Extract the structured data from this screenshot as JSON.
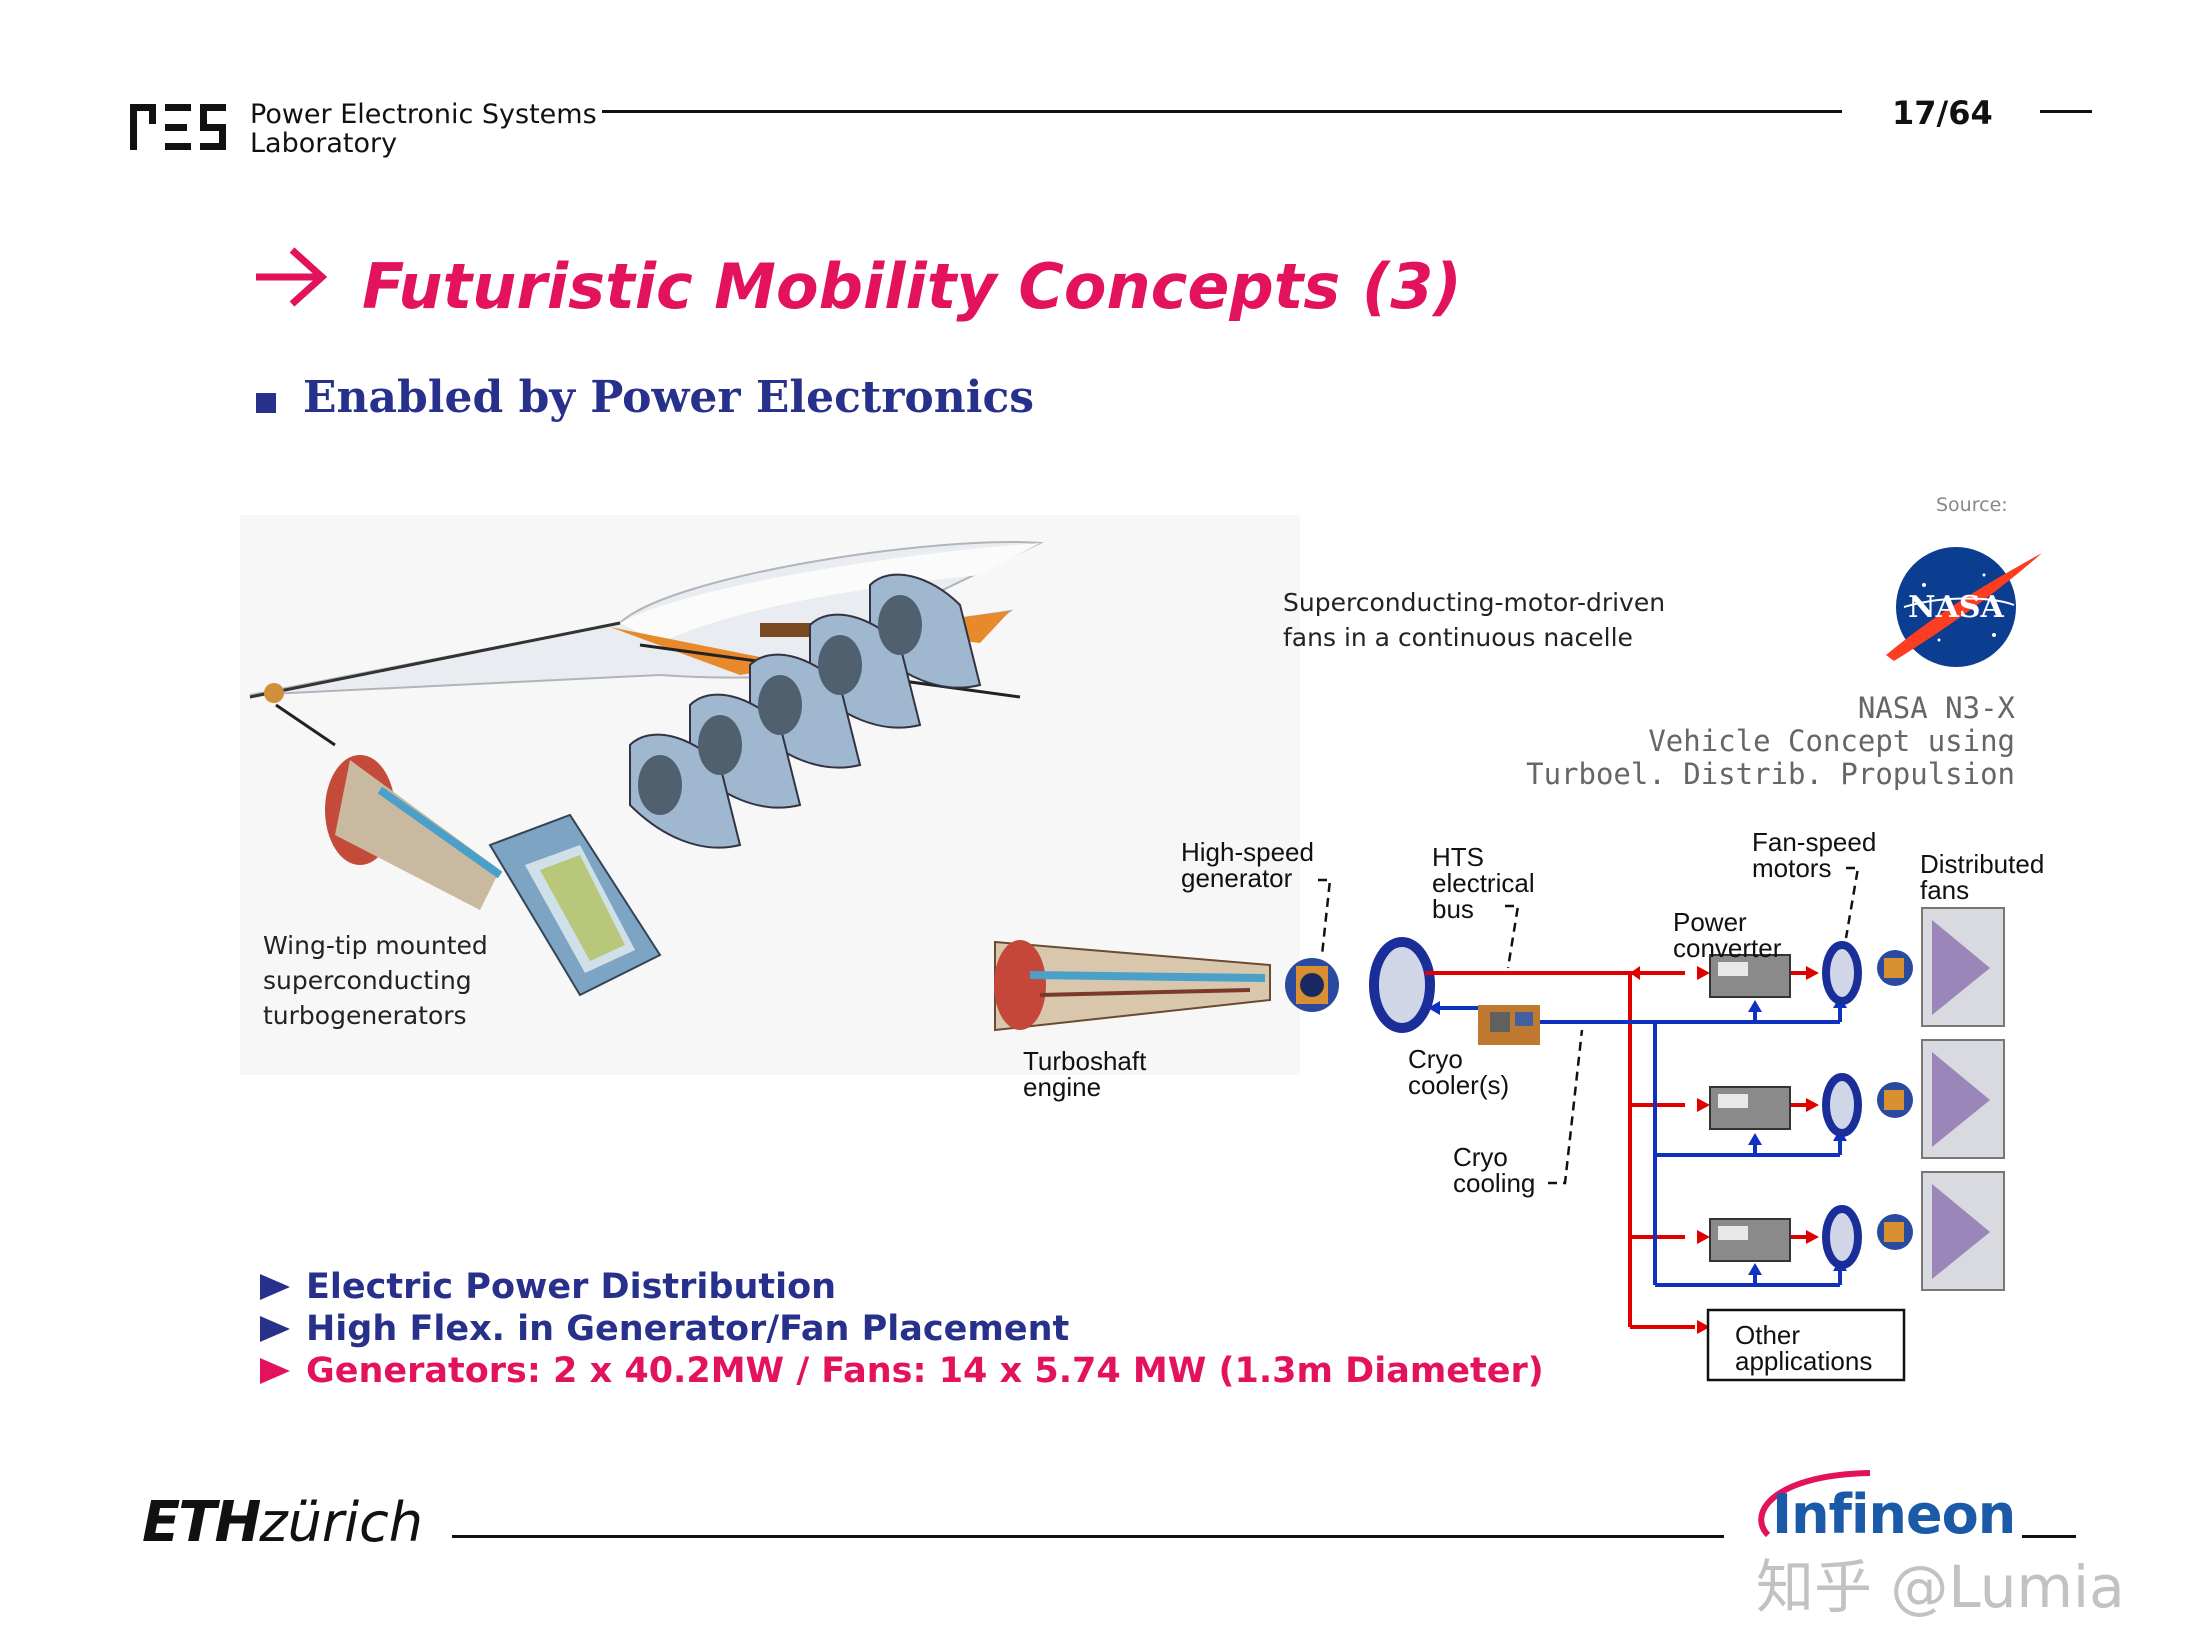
{
  "header": {
    "logo_text": "PES",
    "lab_name_line1": "Power Electronic Systems",
    "lab_name_line2": "Laboratory",
    "page_number": "17/64"
  },
  "title": {
    "text": "Futuristic Mobility Concepts (3)",
    "arrow": "→"
  },
  "subtitle": "Enabled by Power Electronics",
  "aircraft_annotations": {
    "fans_line1": "Superconducting-motor-driven",
    "fans_line2": "fans in a continuous nacelle",
    "wingtip_line1": "Wing-tip mounted",
    "wingtip_line2": "superconducting",
    "wingtip_line3": "turbogenerators"
  },
  "source": {
    "label": "Source:",
    "logo_text": "NASA",
    "caption_line1": "NASA N3-X",
    "caption_line2": "Vehicle Concept using",
    "caption_line3": "Turboel. Distrib. Propulsion"
  },
  "diagram": {
    "high_speed_generator": [
      "High-speed",
      "generator"
    ],
    "hts_bus": [
      "HTS",
      "electrical",
      "bus"
    ],
    "fan_speed_motors": [
      "Fan-speed",
      "motors"
    ],
    "distributed_fans": [
      "Distributed",
      "fans"
    ],
    "power_converter": [
      "Power",
      "converter"
    ],
    "turboshaft_engine": [
      "Turboshaft",
      "engine"
    ],
    "cryo_coolers": [
      "Cryo",
      "cooler(s)"
    ],
    "cryo_cooling": [
      "Cryo",
      "cooling"
    ],
    "other_applications": [
      "Other",
      "applications"
    ]
  },
  "bullets": [
    {
      "text": "Electric Power Distribution",
      "color": "#27308a"
    },
    {
      "text": "High Flex. in Generator/Fan Placement",
      "color": "#27308a"
    },
    {
      "text": "Generators: 2 x 40.2MW / Fans: 14 x 5.74 MW  (1.3m Diameter)",
      "color": "#e3125c"
    }
  ],
  "footer": {
    "eth_bold": "ETH",
    "eth_light": "zürich",
    "infineon": "Infineon",
    "watermark": "知乎 @Lumia"
  },
  "colors": {
    "accent": "#e3125c",
    "navy": "#27308a",
    "power_line": "#e00000",
    "cooling_line": "#1030c0"
  }
}
